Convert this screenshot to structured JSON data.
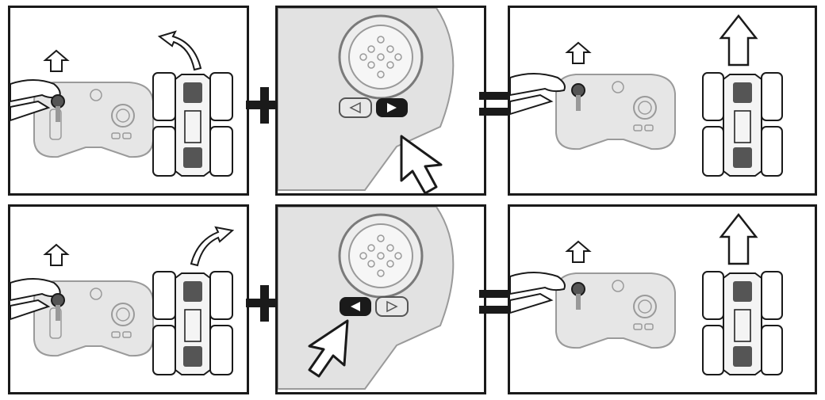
{
  "figure": {
    "operators": {
      "plus": "+",
      "equals": "="
    },
    "colors": {
      "ink": "#1a1a1a",
      "controller_fill": "#e6e6e6",
      "controller_stroke": "#9a9a9a",
      "zoom_fill": "#e2e2e2",
      "active_button": "#1a1a1a",
      "inactive_button": "#e8e8e8",
      "car_body": "#f4f4f4"
    },
    "rows": [
      {
        "step1": {
          "joystick_direction": "up",
          "car_turn": "left"
        },
        "step2": {
          "pressed_button": "right",
          "cursor_side": "right"
        },
        "result": {
          "joystick_direction": "up",
          "car_motion": "forward"
        }
      },
      {
        "step1": {
          "joystick_direction": "up",
          "car_turn": "right"
        },
        "step2": {
          "pressed_button": "left",
          "cursor_side": "left"
        },
        "result": {
          "joystick_direction": "up",
          "car_motion": "forward"
        }
      }
    ],
    "icons": [
      "hand-icon",
      "controller-icon",
      "joystick-icon",
      "up-arrow-icon",
      "curved-arrow-icon",
      "stunt-car-icon",
      "dial-icon",
      "trim-button-icon",
      "cursor-arrow-icon",
      "plus-icon",
      "equals-icon"
    ]
  }
}
